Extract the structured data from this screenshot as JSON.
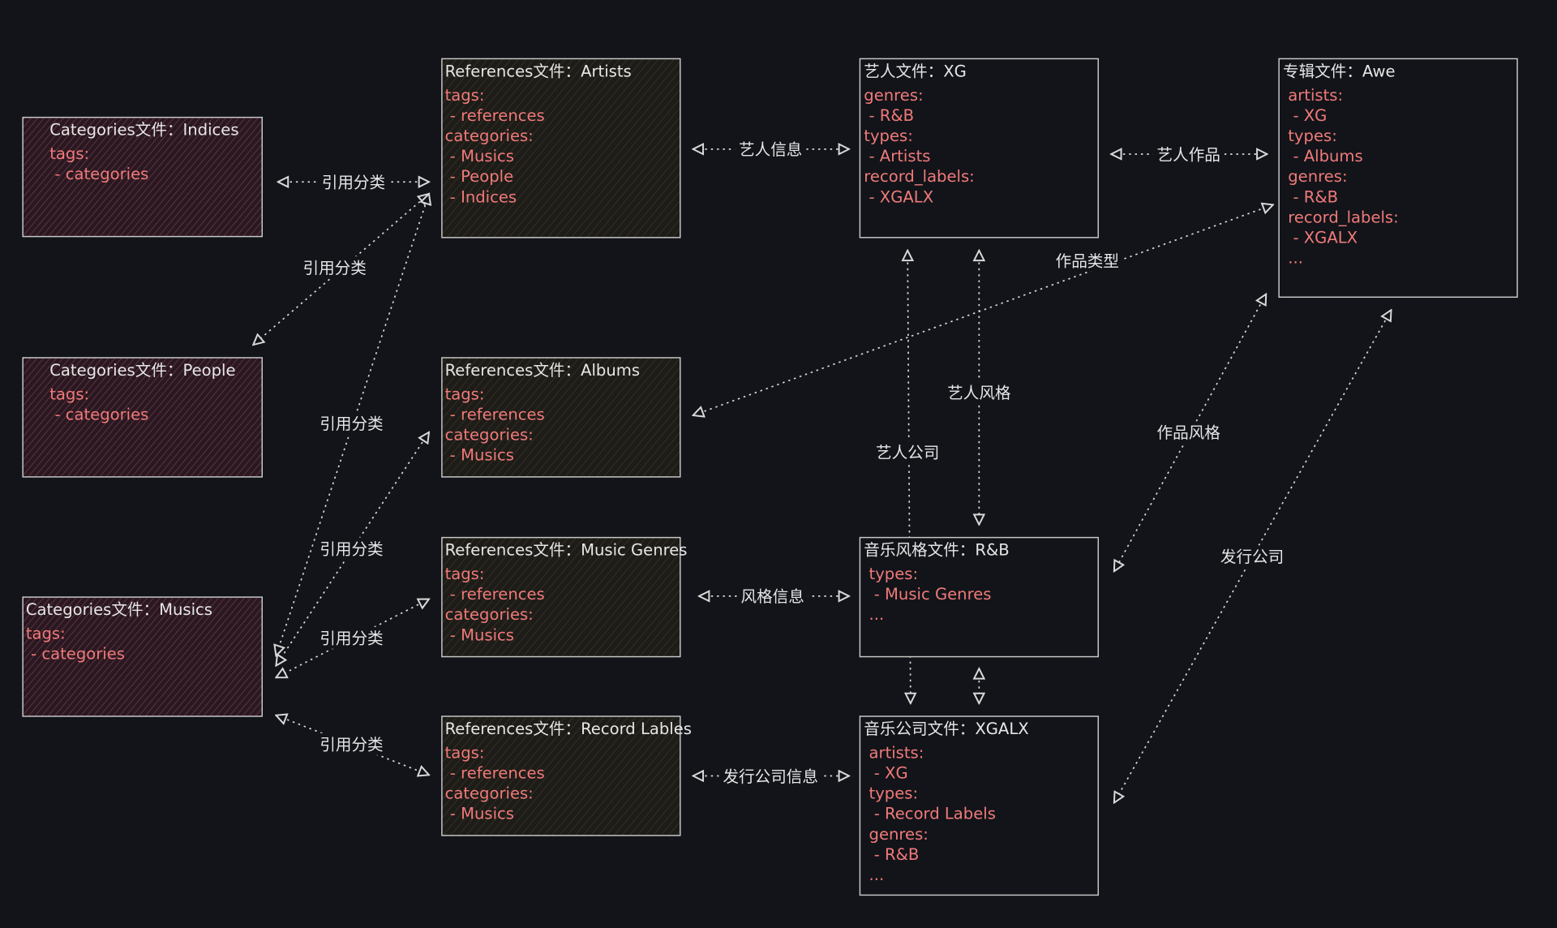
{
  "colors": {
    "background": "#121419",
    "key_text": "#f07a7a",
    "title_text": "#e6e6e6",
    "pink_fill": "#3a1f2c",
    "olive_fill": "#25221a"
  },
  "boxes": [
    {
      "id": "indices",
      "title": "Categories文件：Indices",
      "lines": [
        "tags:",
        " - categories"
      ]
    },
    {
      "id": "people",
      "title": "Categories文件：People",
      "lines": [
        "tags:",
        " - categories"
      ]
    },
    {
      "id": "musics",
      "title": "Categories文件：Musics",
      "lines": [
        "tags:",
        " - categories"
      ]
    },
    {
      "id": "ref_artists",
      "title": "References文件：Artists",
      "lines": [
        "tags:",
        " - references",
        "categories:",
        " - Musics",
        " - People",
        " - Indices"
      ]
    },
    {
      "id": "ref_albums",
      "title": "References文件：Albums",
      "lines": [
        "tags:",
        " - references",
        "categories:",
        " - Musics"
      ]
    },
    {
      "id": "ref_genres",
      "title": "References文件：Music Genres",
      "lines": [
        "tags:",
        " - references",
        "categories:",
        " - Musics"
      ]
    },
    {
      "id": "ref_labels",
      "title": "References文件：Record Lables",
      "lines": [
        "tags:",
        " - references",
        "categories:",
        " - Musics"
      ]
    },
    {
      "id": "xg",
      "title": "艺人文件：XG",
      "lines": [
        "genres:",
        " - R&B",
        "types:",
        " - Artists",
        "record_labels:",
        " - XGALX"
      ]
    },
    {
      "id": "rnb",
      "title": "音乐风格文件：R&B",
      "lines": [
        " types:",
        "  - Music Genres",
        " ..."
      ]
    },
    {
      "id": "xgalx",
      "title": "音乐公司文件：XGALX",
      "lines": [
        " artists:",
        "  - XG",
        " types:",
        "  - Record Labels",
        " genres:",
        "  - R&B",
        " ..."
      ]
    },
    {
      "id": "awe",
      "title": "专辑文件：Awe",
      "lines": [
        " artists:",
        "  - XG",
        " types:",
        "  - Albums",
        " genres:",
        "  - R&B",
        " record_labels:",
        "  - XGALX",
        " ..."
      ]
    }
  ],
  "edges": [
    {
      "id": "e1",
      "label": "引用分类"
    },
    {
      "id": "e2",
      "label": "引用分类"
    },
    {
      "id": "e3",
      "label": "引用分类"
    },
    {
      "id": "e4",
      "label": "引用分类"
    },
    {
      "id": "e5",
      "label": "引用分类"
    },
    {
      "id": "e6",
      "label": "引用分类"
    },
    {
      "id": "e7",
      "label": "艺人信息"
    },
    {
      "id": "e8",
      "label": "艺人作品"
    },
    {
      "id": "e9",
      "label": "作品类型"
    },
    {
      "id": "e10",
      "label": "艺人公司"
    },
    {
      "id": "e11",
      "label": "艺人风格"
    },
    {
      "id": "e12",
      "label": ""
    },
    {
      "id": "e13",
      "label": "风格信息"
    },
    {
      "id": "e14",
      "label": "发行公司信息"
    },
    {
      "id": "e15",
      "label": "作品风格"
    },
    {
      "id": "e16",
      "label": "发行公司"
    }
  ]
}
